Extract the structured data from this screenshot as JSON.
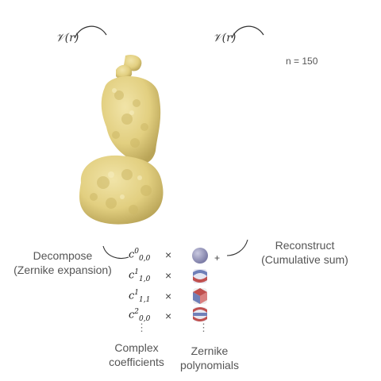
{
  "header": {
    "func_label_left": "𝒱(r)",
    "func_label_right": "𝒱(r)",
    "n_value": "n = 150"
  },
  "left_block": {
    "line1": "Decompose",
    "line2": "(Zernike expansion)"
  },
  "right_block": {
    "line1": "Reconstruct",
    "line2": "(Cumulative sum)"
  },
  "coefficients": [
    {
      "base": "c",
      "sup": "0",
      "sub": "0,0"
    },
    {
      "base": "c",
      "sup": "1",
      "sub": "1,0"
    },
    {
      "base": "c",
      "sup": "1",
      "sub": "1,1"
    },
    {
      "base": "c",
      "sup": "2",
      "sub": "0,0"
    }
  ],
  "operators": {
    "times": "×",
    "plus": "+",
    "vdots": "⋮"
  },
  "bottom_labels": {
    "left_line1": "Complex",
    "left_line2": "coefficients",
    "right_line1": "Zernike",
    "right_line2": "polynomials"
  },
  "colors": {
    "density": "#e6d48a",
    "density_shadow": "#b9a457",
    "zernike_blue": "#6f7fb8",
    "zernike_red": "#c0504f",
    "sphere": "#8f8fb4"
  },
  "icons": [
    "density-map-icon",
    "zernike-sphere-icon",
    "zernike-bases-icon",
    "arrow-icon"
  ]
}
